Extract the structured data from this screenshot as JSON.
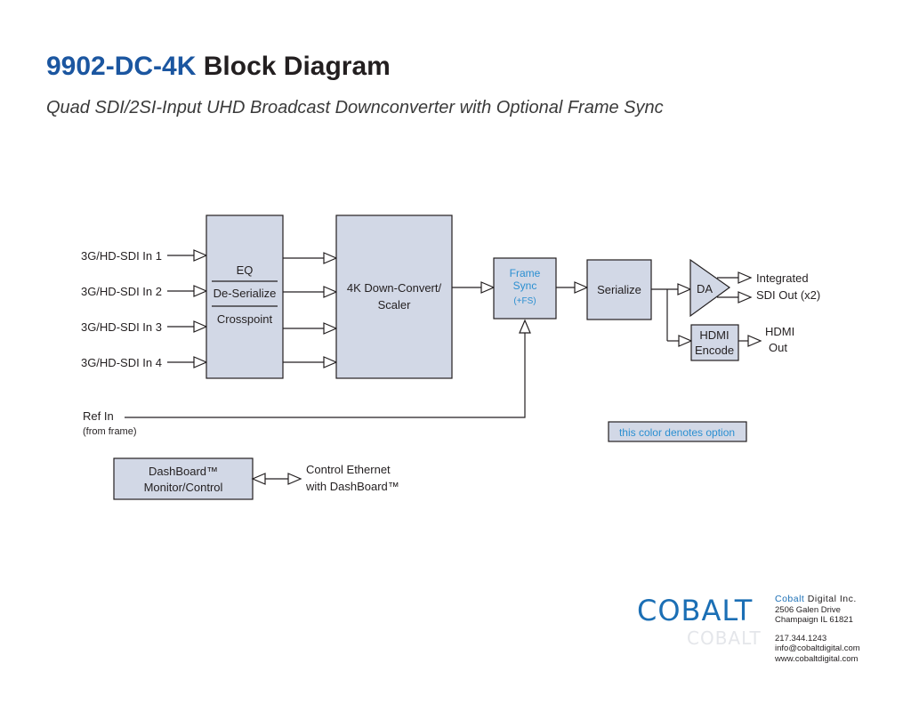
{
  "header": {
    "model": "9902-DC-4K",
    "title_rest": "Block Diagram",
    "subtitle": "Quad SDI/2SI-Input UHD Broadcast Downconverter with Optional Frame Sync"
  },
  "inputs": [
    "3G/HD-SDI In 1",
    "3G/HD-SDI In 2",
    "3G/HD-SDI In 3",
    "3G/HD-SDI In 4"
  ],
  "blocks": {
    "eq": "EQ",
    "deserialize": "De-Serialize",
    "crosspoint": "Crosspoint",
    "downconvert_line1": "4K Down-Convert/",
    "downconvert_line2": "Scaler",
    "framesync_line1": "Frame",
    "framesync_line2": "Sync",
    "framesync_option": "(+FS)",
    "serialize": "Serialize",
    "da": "DA",
    "hdmi_line1": "HDMI",
    "hdmi_line2": "Encode",
    "dashboard_line1": "DashBoard™",
    "dashboard_line2": "Monitor/Control"
  },
  "outputs": {
    "sdi_line1": "Integrated",
    "sdi_line2": "SDI Out (x2)",
    "hdmi_line1": "HDMI",
    "hdmi_line2": "Out"
  },
  "ref": {
    "label": "Ref In",
    "sublabel": "(from frame)"
  },
  "control": {
    "line1": "Control Ethernet",
    "line2": "with DashBoard™"
  },
  "legend": {
    "option_text": "this color denotes option"
  },
  "footer": {
    "logo_text": "COBALT",
    "logo_ghost": "COBALT",
    "company_brand": "Cobalt",
    "company_rest": "Digital Inc.",
    "address1": "2506 Galen Drive",
    "address2": "Champaign IL 61821",
    "phone": "217.344.1243",
    "email": "info@cobaltdigital.com",
    "web": "www.cobaltdigital.com"
  },
  "colors": {
    "model_title": "#1b56a0",
    "block_fill": "#d2d8e6",
    "option_text": "#2b8fd1",
    "logo": "#1b6fb5"
  }
}
